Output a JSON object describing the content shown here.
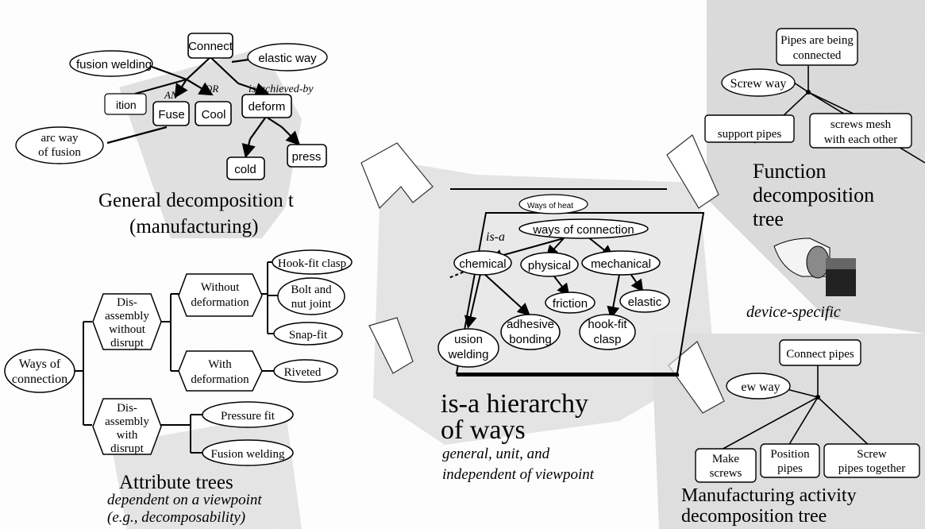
{
  "general_tree": {
    "nodes": {
      "connect": "Connect",
      "fusion_welding": "fusion welding",
      "elastic_way": "elastic way",
      "position": "ition",
      "fuse": "Fuse",
      "cool": "Cool",
      "deform": "deform",
      "cold": "cold",
      "press": "press",
      "arc_way_1": "arc way",
      "arc_way_2": "of fusion"
    },
    "edge_labels": {
      "and": "AN",
      "or": "OR",
      "achieved": "is-achieved-by"
    },
    "caption_1": "General decomposition t",
    "caption_2": "(manufacturing)"
  },
  "attribute_tree": {
    "root_1": "Ways of",
    "root_2": "connection",
    "dis_no_1": "Dis-",
    "dis_no_2": "assembly",
    "dis_no_3": "without",
    "dis_no_4": "disrupt",
    "dis_yes_1": "Dis-",
    "dis_yes_2": "assembly",
    "dis_yes_3": "with",
    "dis_yes_4": "disrupt",
    "without_def_1": "Without",
    "without_def_2": "deformation",
    "with_def_1": "With",
    "with_def_2": "deformation",
    "leaf_hook": "Hook-fit clasp",
    "leaf_bolt_1": "Bolt and",
    "leaf_bolt_2": "nut joint",
    "leaf_snap": "Snap-fit",
    "leaf_riveted": "Riveted",
    "leaf_pressure": "Pressure fit",
    "leaf_fusion": "Fusion welding",
    "caption_1": "Attribute trees",
    "caption_2": "dependent on a viewpoint",
    "caption_3": "(e.g., decomposability)"
  },
  "isa_hierarchy": {
    "ways_of_heat": "Ways of heat",
    "root": "ways of connection",
    "isa_label": "is-a",
    "chemical": "chemical",
    "physical": "physical",
    "mechanical": "mechanical",
    "friction": "friction",
    "elastic": "elastic",
    "fusion_1": "usion",
    "fusion_2": "welding",
    "adhesive_1": "adhesive",
    "adhesive_2": "bonding",
    "hook_1": "hook-fit",
    "hook_2": "clasp",
    "caption_1": "is-a hierarchy",
    "caption_2": "of ways",
    "caption_3": "general, unit, and",
    "caption_4": "independent of viewpoint"
  },
  "function_tree": {
    "pipes_1": "Pipes are being",
    "pipes_2": "connected",
    "screw_way": "Screw way",
    "support": "support pipes",
    "mesh_1": "screws mesh",
    "mesh_2": "with each other",
    "caption_1": "Function",
    "caption_2": "decomposition",
    "caption_3": "tree",
    "device": "device-specific"
  },
  "manufacturing_tree": {
    "connect_pipes": "Connect pipes",
    "screw_way": "ew way",
    "make_1": "Make",
    "make_2": "screws",
    "position_1": "Position",
    "position_2": "pipes",
    "screw_1": "Screw",
    "screw_2": "pipes together",
    "caption_1": "Manufacturing  activity",
    "caption_2": "decomposition tree"
  }
}
